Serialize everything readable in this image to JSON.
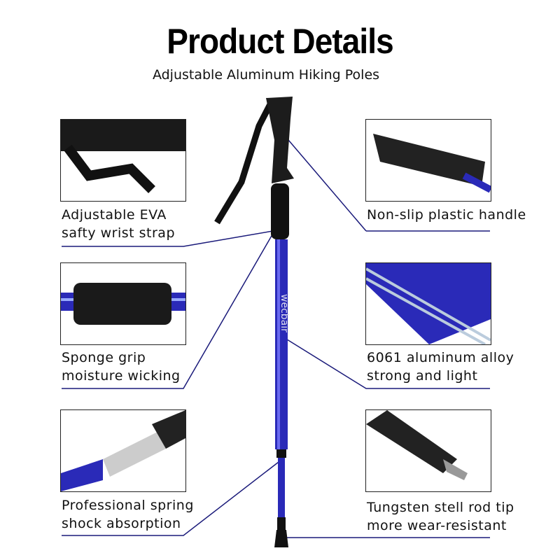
{
  "header": {
    "title": "Product Details",
    "subtitle": "Adjustable Aluminum Hiking Poles"
  },
  "pole": {
    "logo": "wecbair",
    "shaft_color": "#2a2ab8",
    "foam_color": "#111111",
    "line_color": "#1a1a7a"
  },
  "features": [
    {
      "line1": "Adjustable EVA",
      "line2": "safty wrist strap",
      "side": "left"
    },
    {
      "line1": "Non-slip plastic handle",
      "line2": "",
      "side": "right"
    },
    {
      "line1": "Sponge grip",
      "line2": "moisture wicking",
      "side": "left"
    },
    {
      "line1": "6061 aluminum alloy",
      "line2": "strong and light",
      "side": "right"
    },
    {
      "line1": "Professional spring",
      "line2": "shock absorption",
      "side": "left"
    },
    {
      "line1": "Tungsten stell rod tip",
      "line2": "more wear-resistant",
      "side": "right"
    }
  ]
}
